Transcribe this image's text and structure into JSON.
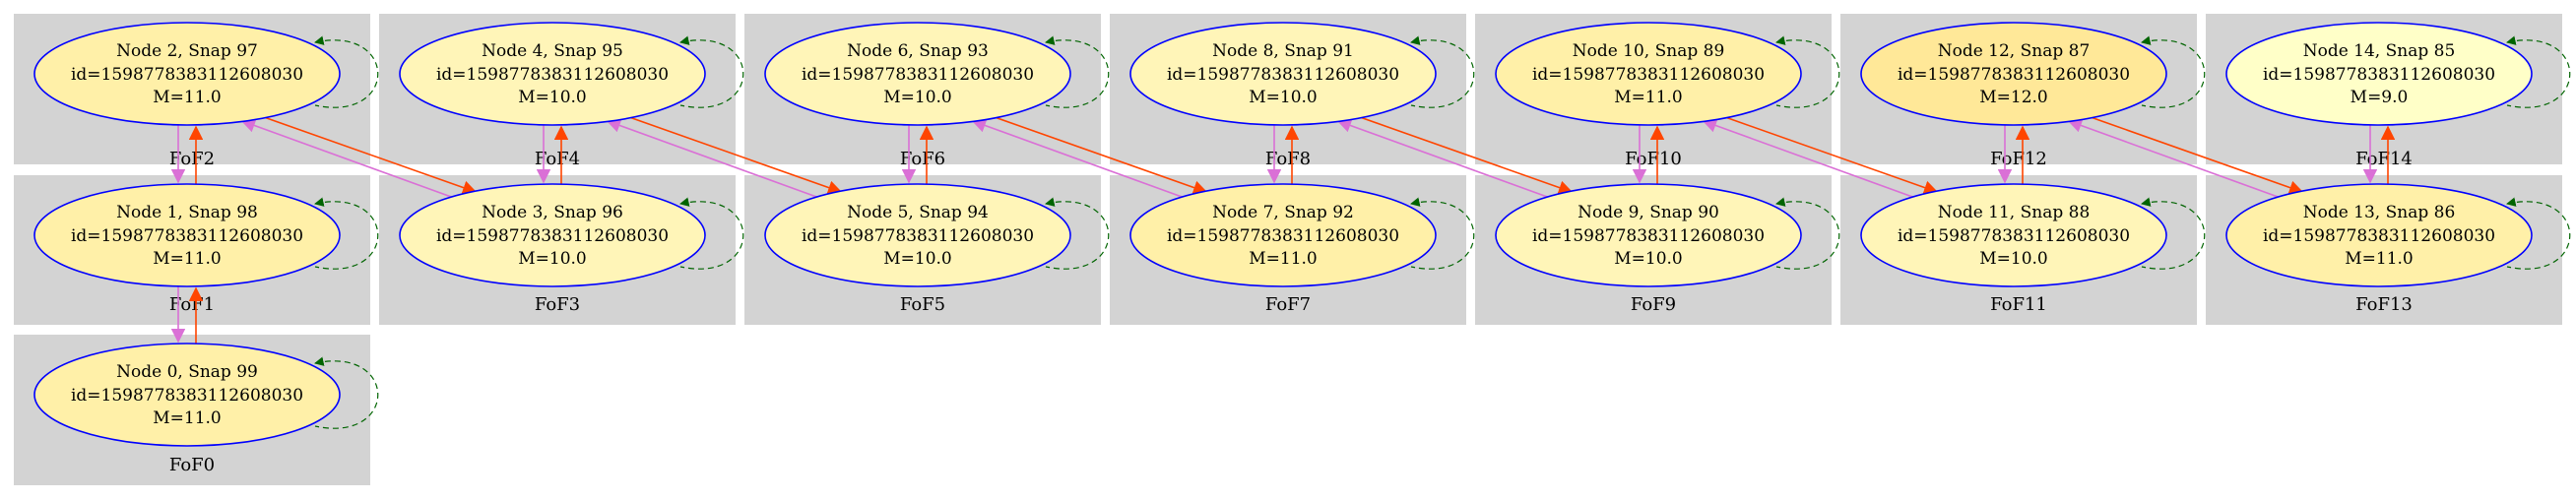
{
  "colors": {
    "cluster_bg": "#d3d3d3",
    "node_border": "#0000ff",
    "edge_forward": "#ff4500",
    "edge_backward": "#da70d6",
    "self_loop": "#006400"
  },
  "clusters": [
    {
      "id": "c0",
      "label": "FoF0"
    },
    {
      "id": "c1",
      "label": "FoF1"
    },
    {
      "id": "c2",
      "label": "FoF2"
    },
    {
      "id": "c3",
      "label": "FoF3"
    },
    {
      "id": "c4",
      "label": "FoF4"
    },
    {
      "id": "c5",
      "label": "FoF5"
    },
    {
      "id": "c6",
      "label": "FoF6"
    },
    {
      "id": "c7",
      "label": "FoF7"
    },
    {
      "id": "c8",
      "label": "FoF8"
    },
    {
      "id": "c9",
      "label": "FoF9"
    },
    {
      "id": "c10",
      "label": "FoF10"
    },
    {
      "id": "c11",
      "label": "FoF11"
    },
    {
      "id": "c12",
      "label": "FoF12"
    },
    {
      "id": "c13",
      "label": "FoF13"
    },
    {
      "id": "c14",
      "label": "FoF14"
    }
  ],
  "nodes": [
    {
      "id": "n0",
      "title": "Node 0, Snap 99",
      "id_line": "id=1598778383112608030",
      "mass": "M=11.0",
      "fill": "#fff0a8"
    },
    {
      "id": "n1",
      "title": "Node 1, Snap 98",
      "id_line": "id=1598778383112608030",
      "mass": "M=11.0",
      "fill": "#fff0a8"
    },
    {
      "id": "n2",
      "title": "Node 2, Snap 97",
      "id_line": "id=1598778383112608030",
      "mass": "M=11.0",
      "fill": "#fff0a8"
    },
    {
      "id": "n3",
      "title": "Node 3, Snap 96",
      "id_line": "id=1598778383112608030",
      "mass": "M=10.0",
      "fill": "#fff5b8"
    },
    {
      "id": "n4",
      "title": "Node 4, Snap 95",
      "id_line": "id=1598778383112608030",
      "mass": "M=10.0",
      "fill": "#fff5b8"
    },
    {
      "id": "n5",
      "title": "Node 5, Snap 94",
      "id_line": "id=1598778383112608030",
      "mass": "M=10.0",
      "fill": "#fff5b8"
    },
    {
      "id": "n6",
      "title": "Node 6, Snap 93",
      "id_line": "id=1598778383112608030",
      "mass": "M=10.0",
      "fill": "#fff5b8"
    },
    {
      "id": "n7",
      "title": "Node 7, Snap 92",
      "id_line": "id=1598778383112608030",
      "mass": "M=11.0",
      "fill": "#fff0a8"
    },
    {
      "id": "n8",
      "title": "Node 8, Snap 91",
      "id_line": "id=1598778383112608030",
      "mass": "M=10.0",
      "fill": "#fff5b8"
    },
    {
      "id": "n9",
      "title": "Node 9, Snap 90",
      "id_line": "id=1598778383112608030",
      "mass": "M=10.0",
      "fill": "#fff5b8"
    },
    {
      "id": "n10",
      "title": "Node 10, Snap 89",
      "id_line": "id=1598778383112608030",
      "mass": "M=11.0",
      "fill": "#fff0a8"
    },
    {
      "id": "n11",
      "title": "Node 11, Snap 88",
      "id_line": "id=1598778383112608030",
      "mass": "M=10.0",
      "fill": "#fff5b8"
    },
    {
      "id": "n12",
      "title": "Node 12, Snap 87",
      "id_line": "id=1598778383112608030",
      "mass": "M=12.0",
      "fill": "#ffe898"
    },
    {
      "id": "n13",
      "title": "Node 13, Snap 86",
      "id_line": "id=1598778383112608030",
      "mass": "M=11.0",
      "fill": "#fff0a8"
    },
    {
      "id": "n14",
      "title": "Node 14, Snap 85",
      "id_line": "id=1598778383112608030",
      "mass": "M=9.0",
      "fill": "#ffffc8"
    }
  ],
  "edges": [
    {
      "from": "n0",
      "to": "n1"
    },
    {
      "from": "n1",
      "to": "n2"
    },
    {
      "from": "n2",
      "to": "n3"
    },
    {
      "from": "n3",
      "to": "n4"
    },
    {
      "from": "n4",
      "to": "n5"
    },
    {
      "from": "n5",
      "to": "n6"
    },
    {
      "from": "n6",
      "to": "n7"
    },
    {
      "from": "n7",
      "to": "n8"
    },
    {
      "from": "n8",
      "to": "n9"
    },
    {
      "from": "n9",
      "to": "n10"
    },
    {
      "from": "n10",
      "to": "n11"
    },
    {
      "from": "n11",
      "to": "n12"
    },
    {
      "from": "n12",
      "to": "n13"
    },
    {
      "from": "n13",
      "to": "n14"
    }
  ]
}
